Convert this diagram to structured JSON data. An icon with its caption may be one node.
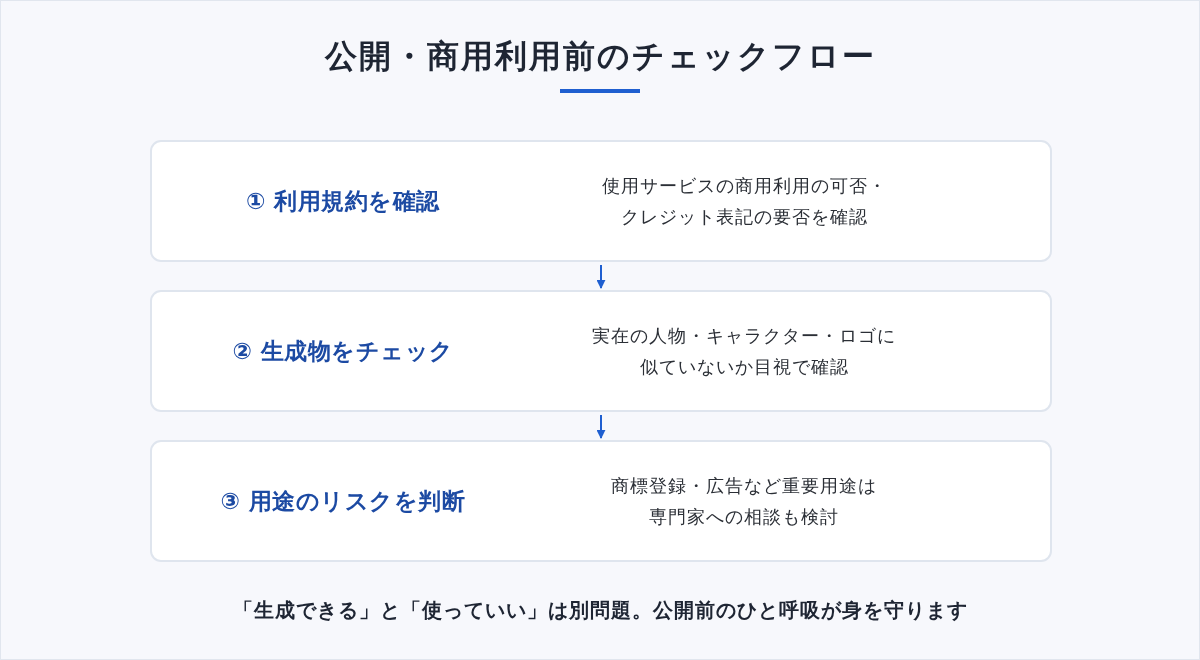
{
  "diagram": {
    "title": "公開・商用利用前のチェックフロー",
    "nodes": [
      {
        "text": [
          "① 利用規約を確認",
          "使用サービスの商用利用の可否・クレジット表記の要否を確認"
        ]
      },
      {
        "text": [
          "② 生成物をチェック",
          "実在の人物・キャラクター・ロゴに似ていないか目視で確認"
        ]
      },
      {
        "text": [
          "③ 用途のリスクを判断",
          "商標登録・広告など重要用途は専門家への相談も検討"
        ]
      }
    ],
    "edges": [
      {
        "from": 0,
        "to": 1,
        "arrow": "to"
      },
      {
        "from": 1,
        "to": 2,
        "arrow": "to"
      }
    ],
    "caption": "「生成できる」と「使っていい」は別問題。公開前のひと呼吸が身を守ります"
  }
}
